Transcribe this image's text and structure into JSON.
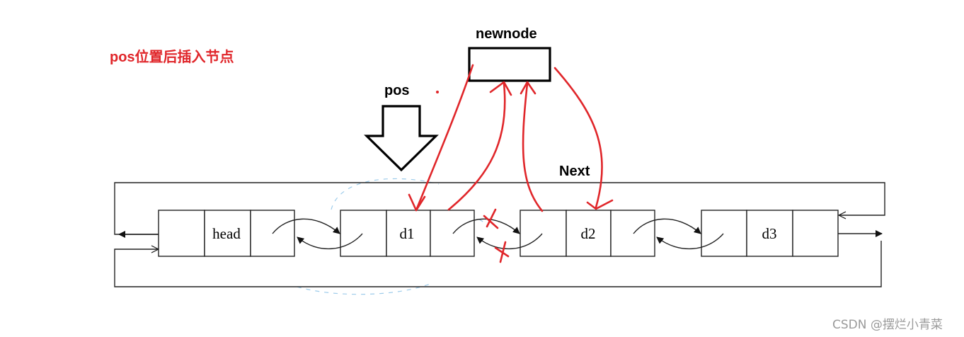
{
  "caption": "pos位置后插入节点",
  "labels": {
    "newnode": "newnode",
    "pos": "pos",
    "next": "Next"
  },
  "nodes": [
    "head",
    "d1",
    "d2",
    "d3"
  ],
  "watermark": "CSDN @摆烂小青菜",
  "colors": {
    "annotation_red": "#e0262a",
    "line_black": "#222222",
    "watermark_gray": "#9a9a9a"
  }
}
